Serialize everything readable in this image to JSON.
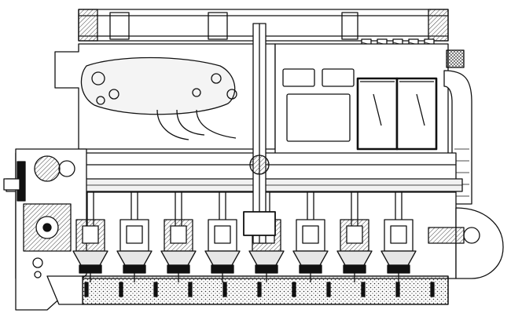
{
  "figure": {
    "colors": {
      "ink": "#111111",
      "paper": "#ffffff",
      "hatch": "#555555",
      "shade": "#d9d9d9",
      "dark": "#222222"
    },
    "counts": {
      "top_valves": 5,
      "cylinders": 8,
      "sump_bolts": 11
    }
  }
}
